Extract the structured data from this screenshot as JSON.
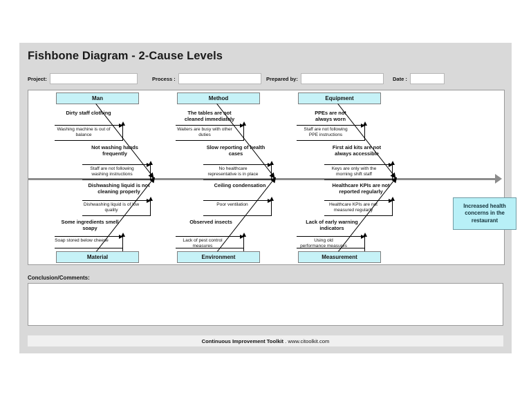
{
  "header": {
    "title": "Fishbone Diagram - 2-Cause Levels",
    "fields": [
      {
        "label": "Project:",
        "value": ""
      },
      {
        "label": "Process :",
        "value": ""
      },
      {
        "label": "Prepared by:",
        "value": ""
      },
      {
        "label": "Date :",
        "value": ""
      }
    ]
  },
  "diagram": {
    "effect": "Increased health concerns in the restaurant",
    "categories": [
      {
        "name": "Man",
        "position": "top"
      },
      {
        "name": "Method",
        "position": "top"
      },
      {
        "name": "Equipment",
        "position": "top"
      },
      {
        "name": "Material",
        "position": "bottom"
      },
      {
        "name": "Environment",
        "position": "bottom"
      },
      {
        "name": "Measurement",
        "position": "bottom"
      }
    ],
    "branches": [
      {
        "category": "Man",
        "causes": [
          {
            "cause": "Dirty staff clothing",
            "sub_cause": "Washing machine is out of\nbalance"
          },
          {
            "cause": "Not washing hands\nfrequently",
            "sub_cause": "Staff are not following\nwashing instructions"
          }
        ]
      },
      {
        "category": "Method",
        "causes": [
          {
            "cause": "The tables are not\ncleaned immediately",
            "sub_cause": "Waiters are busy with other\nduties"
          },
          {
            "cause": "Slow reporting of health\ncases",
            "sub_cause": "No healthcare\nrepresentative is in place"
          }
        ]
      },
      {
        "category": "Equipment",
        "causes": [
          {
            "cause": "PPEs are not\nalways worn",
            "sub_cause": "Staff are not following\nPPE instructions"
          },
          {
            "cause": "First aid kits are not\nalways accessible",
            "sub_cause": "Keys are only with the\nmorning shift staff"
          }
        ]
      },
      {
        "category": "Material",
        "causes": [
          {
            "cause": "Dishwashing liquid is not\ncleaning properly",
            "sub_cause": "Dishwashing liquid is of low\nquality"
          },
          {
            "cause": "Some ingredients smell\nsoapy",
            "sub_cause": "Soap stored below cheese"
          }
        ]
      },
      {
        "category": "Environment",
        "causes": [
          {
            "cause": "Ceiling condensation",
            "sub_cause": "Poor ventilation"
          },
          {
            "cause": "Observed insects",
            "sub_cause": "Lack of pest control\nmeasures"
          }
        ]
      },
      {
        "category": "Measurement",
        "causes": [
          {
            "cause": "Healthcare KPIs are not\nreported regularly",
            "sub_cause": "Healthcare KPIs are not\nmeasured regularly"
          },
          {
            "cause": "Lack of early warning\nindicators",
            "sub_cause": "Using old\nperformance measures"
          }
        ]
      }
    ]
  },
  "conclusion": {
    "label": "Conclusion/Comments:",
    "value": ""
  },
  "footer": {
    "brand": "Continuous Improvement Toolkit",
    "separator": " . ",
    "url": "www.citoolkit.com"
  },
  "colors": {
    "page_bg": "#d9d9d9",
    "category_fill": "#c6f2f7",
    "effect_fill": "#b8f0f7",
    "spine": "#8c8c8c"
  }
}
